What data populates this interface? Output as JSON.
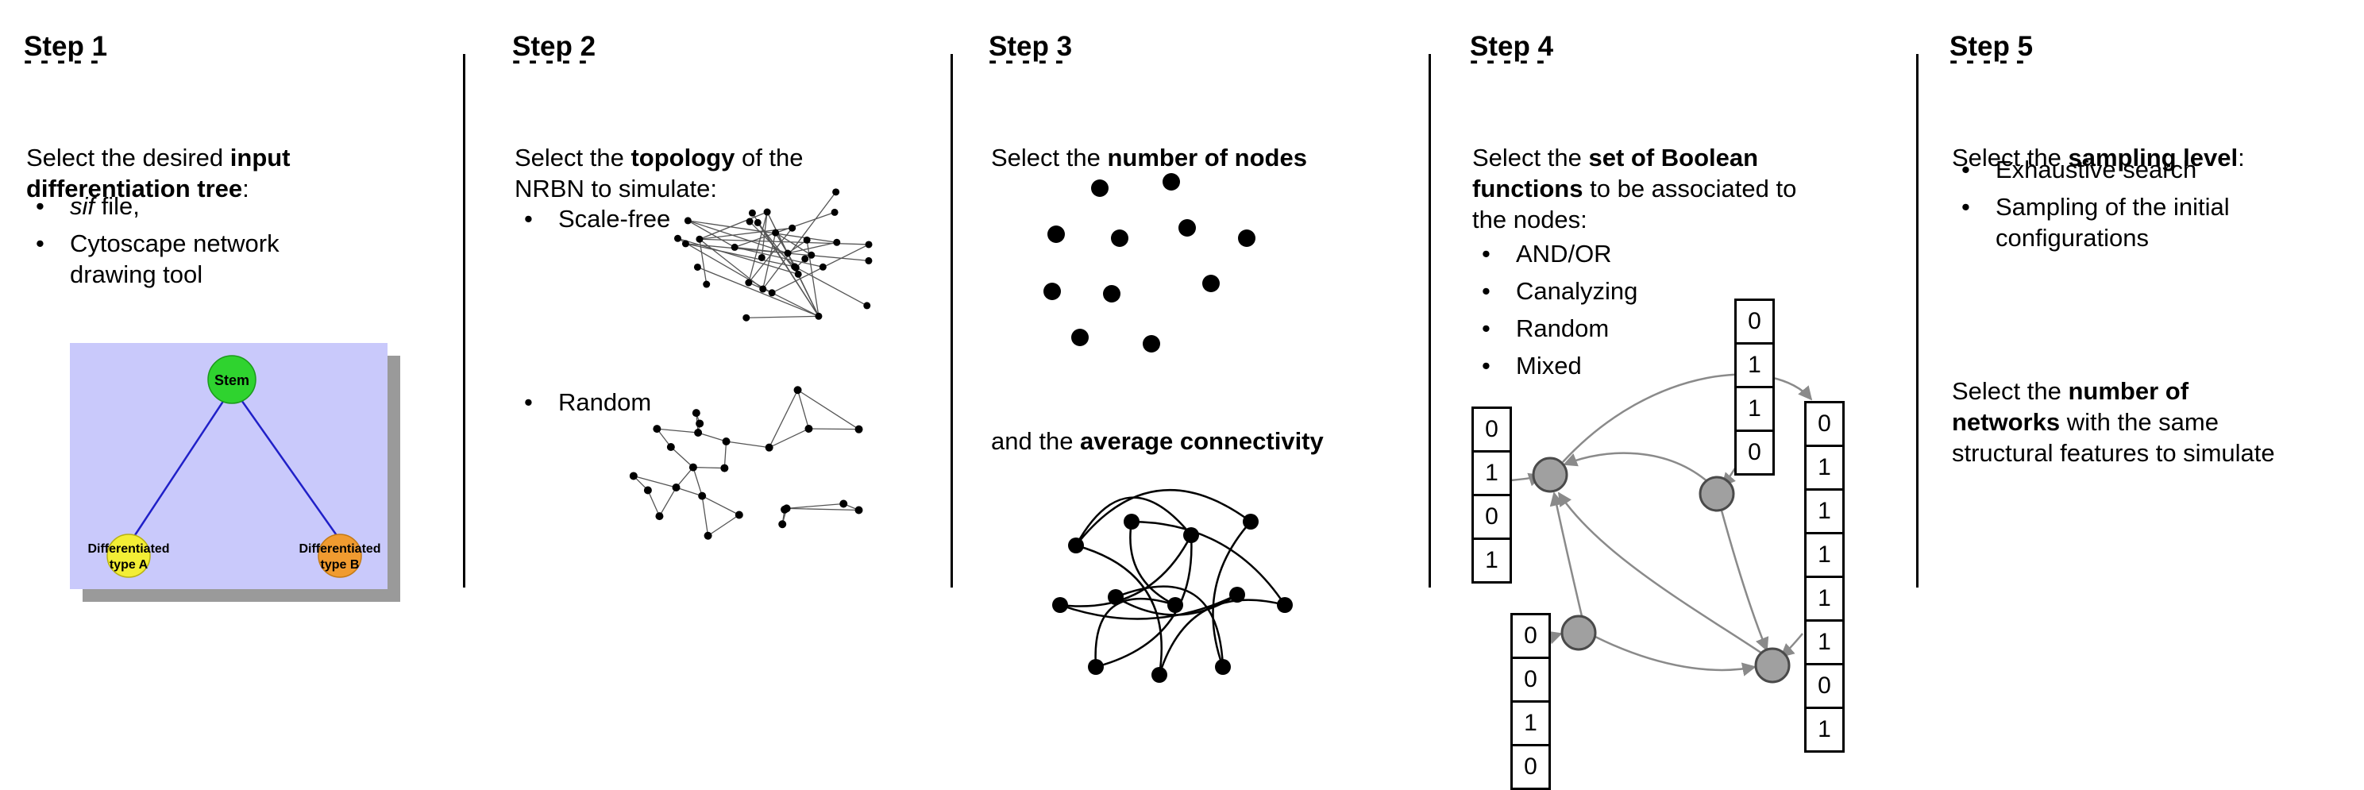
{
  "page": {
    "background": "#ffffff",
    "text_color": "#000000"
  },
  "steps": [
    {
      "title": "Step 1",
      "dashes": "- - - - -",
      "intro_lines": [
        {
          "pre": "Select the desired ",
          "bold": "input",
          "post": ""
        },
        {
          "pre": "",
          "bold": "differentiation tree",
          "post": ":"
        }
      ],
      "bullets": [
        {
          "italic": "sif",
          "text": " file,"
        },
        {
          "italic": "",
          "text": "Cytoscape network drawing tool"
        }
      ],
      "tree": {
        "stem_label": "Stem",
        "left_label_line1": "Differentiated",
        "left_label_line2": "type A",
        "right_label_line1": "Differentiated",
        "right_label_line2": "type B",
        "colors": {
          "background": "#c9c9fb",
          "shadow": "#9a9a9a",
          "stem": "#2fd32f",
          "type_a": "#f3ee35",
          "type_b": "#f09b30",
          "edge": "#2020c8"
        }
      }
    },
    {
      "title": "Step 2",
      "dashes": "- - - - -",
      "intro_lines": [
        {
          "pre": "Select the ",
          "bold": "topology",
          "post": " of the"
        },
        {
          "pre": "NRBN to simulate:",
          "bold": "",
          "post": ""
        }
      ],
      "bullets": [
        {
          "italic": "",
          "text": "Scale-free"
        },
        {
          "italic": "",
          "text": "Random"
        }
      ]
    },
    {
      "title": "Step 3",
      "dashes": "- - - - -",
      "intro_lines": [
        {
          "pre": "Select the ",
          "bold": "number of nodes",
          "post": ""
        }
      ],
      "second_lines": [
        {
          "pre": "and the ",
          "bold": "average connectivity",
          "post": ""
        }
      ]
    },
    {
      "title": "Step 4",
      "dashes": "- - - - -",
      "intro_lines": [
        {
          "pre": "Select the ",
          "bold": "set of Boolean",
          "post": ""
        },
        {
          "pre": "",
          "bold": "functions",
          "post": " to be associated to"
        },
        {
          "pre": "the nodes:",
          "bold": "",
          "post": ""
        }
      ],
      "bullets": [
        {
          "italic": "",
          "text": "AND/OR"
        },
        {
          "italic": "",
          "text": "Canalyzing"
        },
        {
          "italic": "",
          "text": "Random"
        },
        {
          "italic": "",
          "text": "Mixed"
        }
      ],
      "tables": {
        "left": [
          "0",
          "1",
          "0",
          "1"
        ],
        "top": [
          "0",
          "1",
          "1",
          "0"
        ],
        "bottom": [
          "0",
          "0",
          "1",
          "0"
        ],
        "right": [
          "0",
          "1",
          "1",
          "1",
          "1",
          "1",
          "0",
          "1"
        ]
      }
    },
    {
      "title": "Step 5",
      "dashes": "- - - - -",
      "intro_lines": [
        {
          "pre": "Select the ",
          "bold": "sampling level",
          "post": ":"
        }
      ],
      "bullets": [
        {
          "italic": "",
          "text": "Exhaustive search"
        },
        {
          "italic": "",
          "text": "Sampling of the initial configurations"
        }
      ],
      "second_lines": [
        {
          "pre": "Select the ",
          "bold": "number of",
          "post": ""
        },
        {
          "pre": "",
          "bold": "networks",
          "post": " with the same"
        },
        {
          "pre": "structural features to simulate",
          "bold": "",
          "post": ""
        }
      ]
    }
  ]
}
